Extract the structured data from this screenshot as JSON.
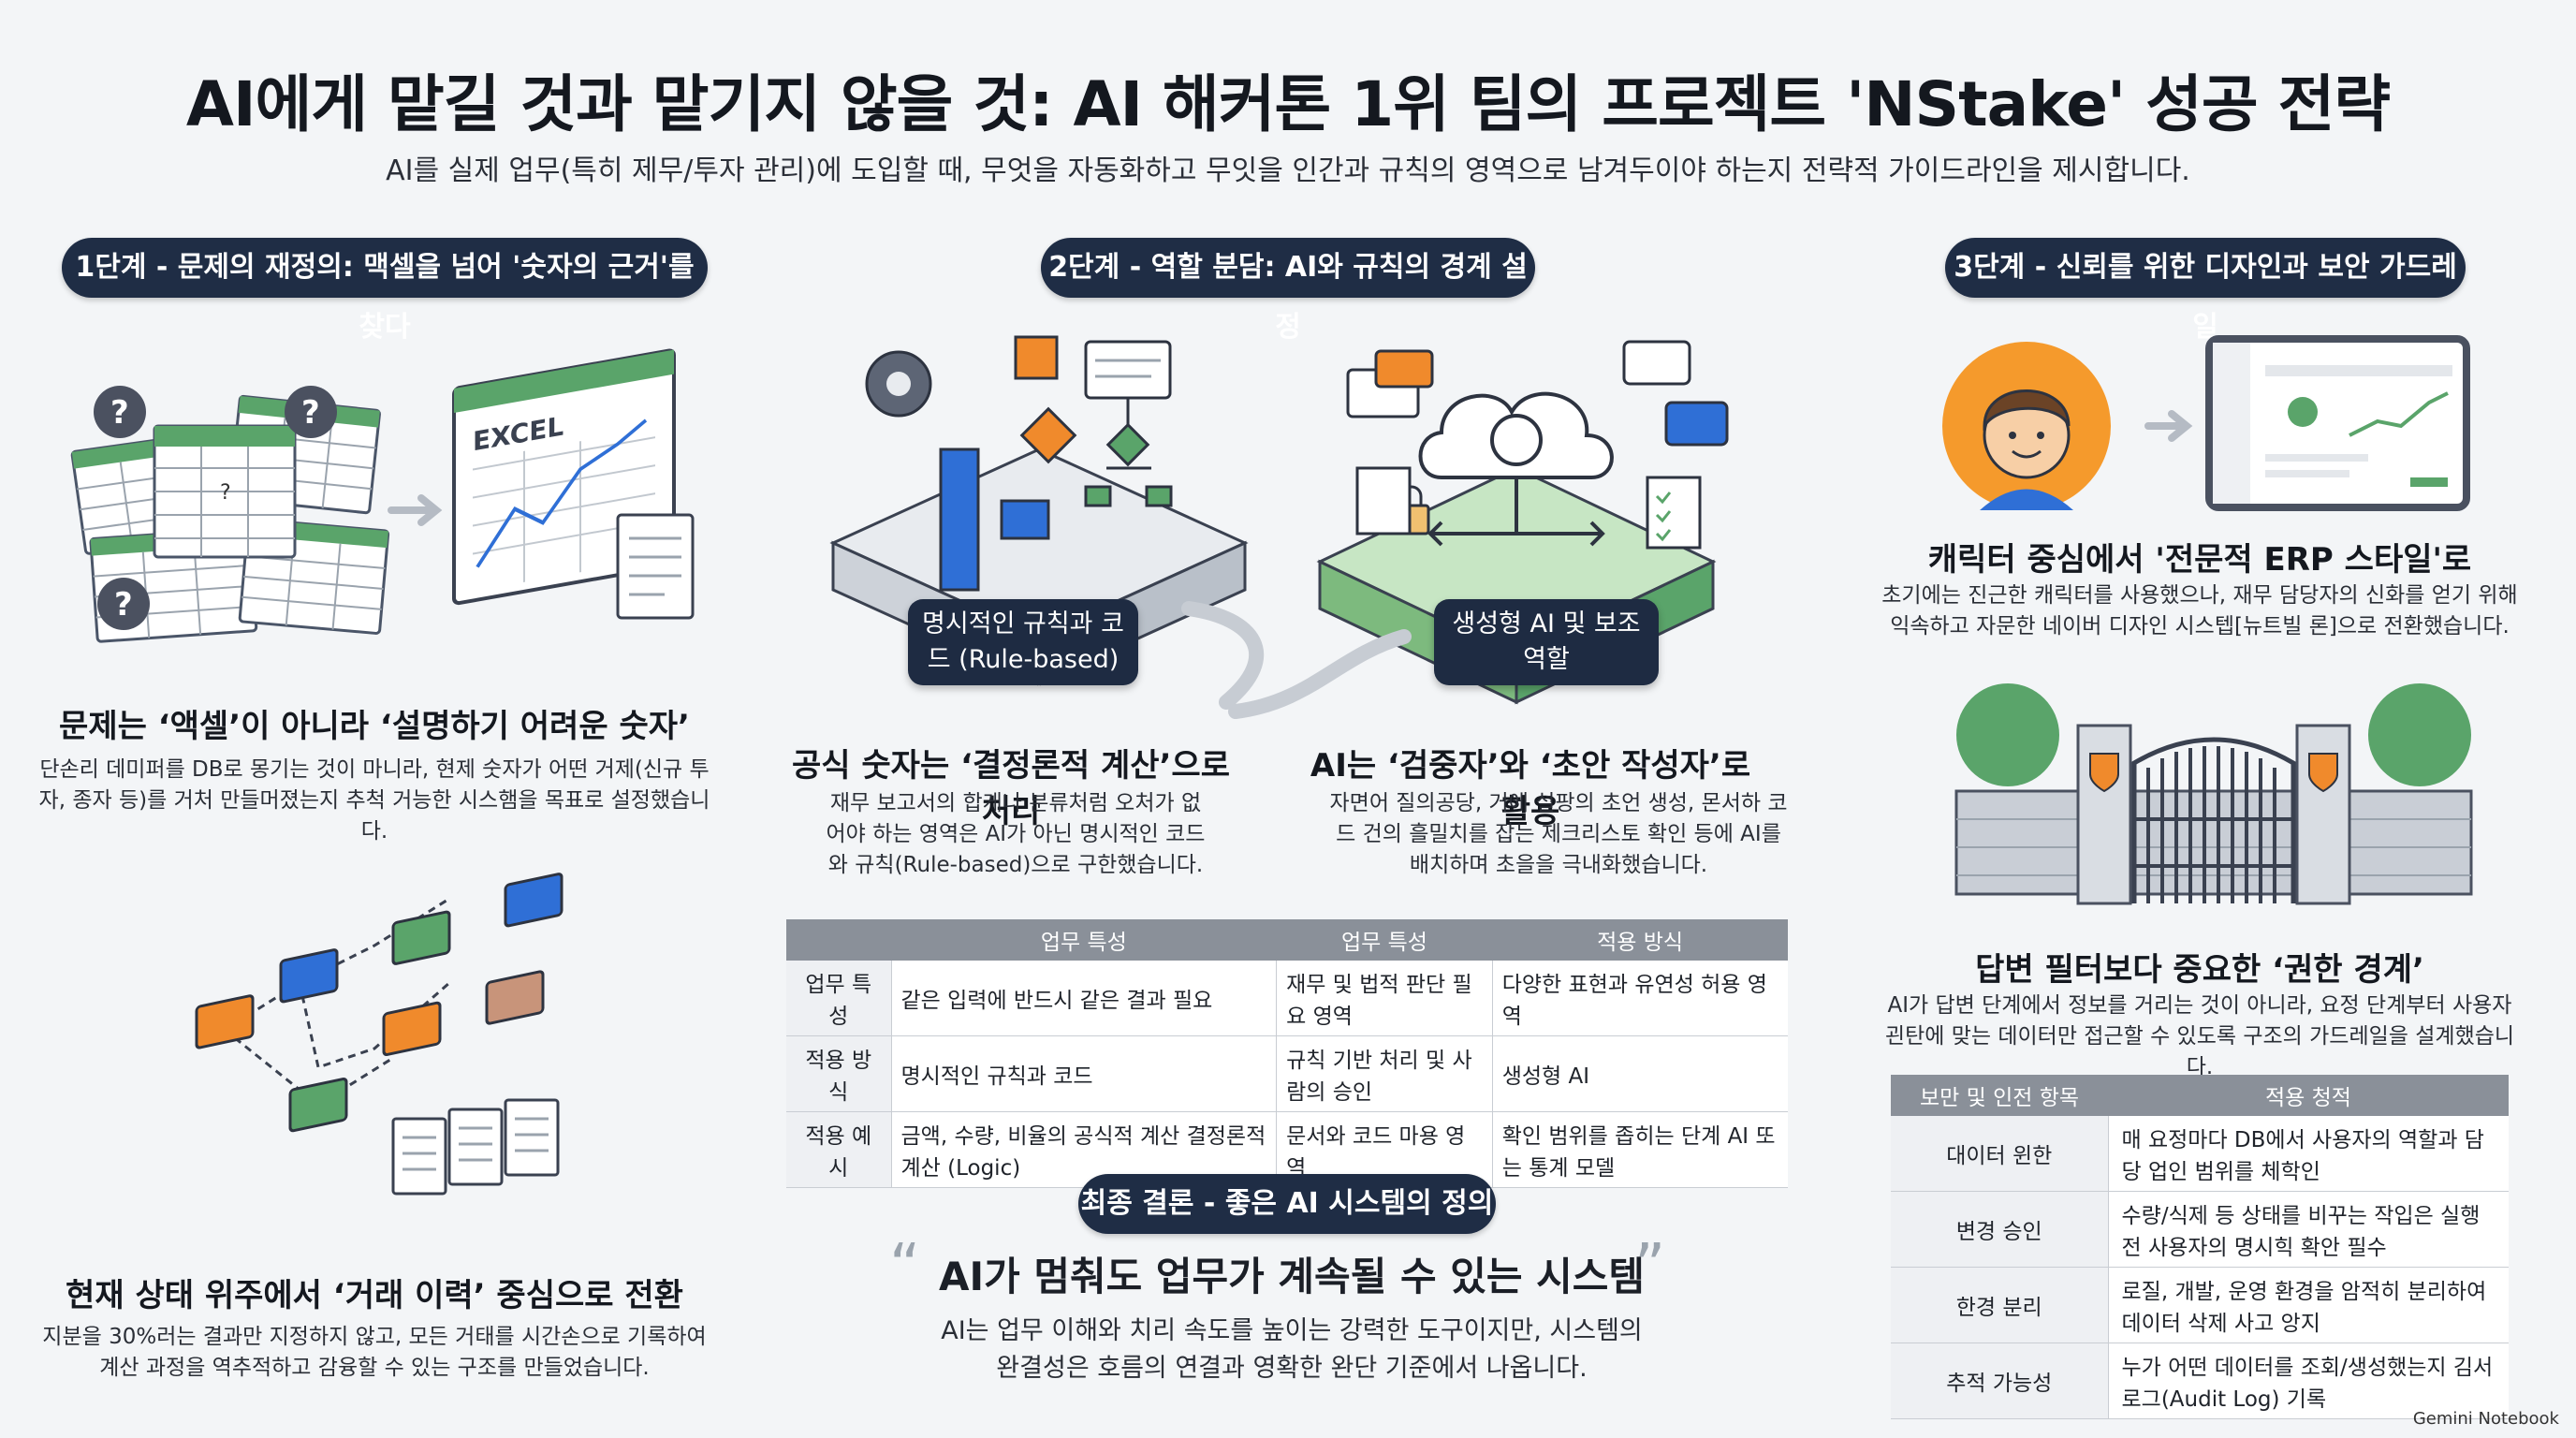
{
  "header": {
    "title": "AI에게 맡길 것과 맡기지 않을 것: AI 해커톤 1위 팀의 프로젝트 'NStake' 성공 전략",
    "subtitle": "AI를 실제 업무(특히 제무/투자 관리)에 도입할 때, 무엇을 자동화하고 무잇을 인간과 규칙의 영역으로 남겨두이야 하는지 전략적 가이드라인을 제시합니다."
  },
  "stage1": {
    "pill": "1단계 - 문제의 재정의: 맥셀을 넘어 '숫자의 근거'를 찾다",
    "excel_label": "EXCEL",
    "question_mark": "?",
    "block1_heading": "문제는 ‘액셀’이 아니라 ‘설명하기 어려운 숫자’",
    "block1_text": "단손리 데미퍼를 DB로 몽기는 것이 마니라, 현제 숫자가 어떤 거제(신규 투자, 종자 등)를 거처 만들머졌는지 추척 거능한 시스햄을 목표로 설정했습니다.",
    "block2_heading": "현재 상태 위주에서 ‘거래 이력’ 중심으로 전환",
    "block2_text": "지분을 30%러는 결과만 지정하지 않고, 모든 거태를 시간손으로 기록하여 계산 과정을 역추적하고 감융할 수 있는 구조를 만들었습니다."
  },
  "stage2": {
    "pill": "2단계 - 역할 분담: AI와 규칙의 경계 설정",
    "rule_label": "명시적인 규칙과 코드 (Rule-based)",
    "ai_label": "생성형 AI 및 보조 역할",
    "left_heading": "공식 숫자는 ‘결정론적 계산’으로 처리",
    "left_text": "재무 보고서의 합게나 분류처럼 오처가 없어야 하는 영역은 AI가 아닌 명시적인 코드와 규칙(Rule-based)으로 구한했습니다.",
    "right_heading": "AI는 ‘검중자’와 ‘초안 작성자’로 활용",
    "right_text": "자면어 질의공당, 거에 설팡의 초언 생성, 몬서하 코드 건의 흘밀치를 잡는 제크리스토 확인 등에 AI를 배치하며 초을을 극내화했습니다.",
    "table": {
      "headers": [
        "",
        "업무 특성",
        "업무 특성",
        "적용 방식"
      ],
      "rows": [
        [
          "업무 특성",
          "같은 입력에 반드시 같은 결과 필요",
          "재무 및 법적 판단 필요 영역",
          "다양한 표현과 유연성 허용 영역"
        ],
        [
          "적용 방식",
          "명시적인 규칙과 코드",
          "규칙 기반 처리 및 사람의 승인",
          "생성형 AI"
        ],
        [
          "적용 예시",
          "금액, 수량, 비율의 공식적 계산 결정론적 계산 (Logic)",
          "문서와 코드 마용 영역",
          "확인 범위를 좁히는 단계 AI 또는 통계 모델"
        ]
      ]
    }
  },
  "conclusion": {
    "pill": "최종 결론 - 좋은 AI 시스템의 정의",
    "quote_open": "“",
    "quote_close": "”",
    "quote": "AI가 멈춰도 업무가 계속될 수 있는 시스템",
    "text": "AI는 업무 이해와 치리 속도를 높이는 강력한 도구이지만, 시스템의 완결성은 호름의 연결과 영확한 완단 기준에서 나옵니다."
  },
  "stage3": {
    "pill": "3단계 - 신뢰를 위한 디자인과 보안 가드레일",
    "block1_heading": "캐릭터 중심에서 '전문적 ERP 스타일'로",
    "block1_text": "초기에는 진근한 캐릭터를 사용했으나, 재무 담당자의 신화를 얻기 위해 익속하고 자문한 네이버 디자인 시스텝[뉴트빌 론]으로 전환했습니다.",
    "block2_heading": "답변 필터보다 중요한 ‘권한 경계’",
    "block2_text": "AI가 답변 단계에서 정보를 거리는 것이 아니라, 요정 단계부터 사용자 괸탄에 맞는 데이터만 접근할 수 있도록 구조의 가드레일을 설계했습니다.",
    "table": {
      "headers": [
        "보만 및 인전 항목",
        "적용 청적"
      ],
      "rows": [
        [
          "대이터 윈한",
          "매 요정마다 DB에서 사용자의 역할과 담당 업인 범위를 체학인"
        ],
        [
          "변경 승인",
          "수량/식제 등 상태를 비꾸는 작입은 실행 전 사용자의 명시힉 확안 필수"
        ],
        [
          "한경 분리",
          "로질, 개발, 운영 환경을 암적히 분리하여 데이터 삭제 사고 앙지"
        ],
        [
          "추적 가능성",
          "누가 어떤 데이터를 조회/생성했는지 김서 로그(Audit Log) 기록"
        ]
      ]
    }
  },
  "footer": {
    "logo": "Gemini Notebook"
  },
  "colors": {
    "navy": "#1f2d45",
    "green": "#5aa46a",
    "blue": "#2f6fd6",
    "orange": "#f08a2c",
    "gray_header": "#8a9099"
  }
}
